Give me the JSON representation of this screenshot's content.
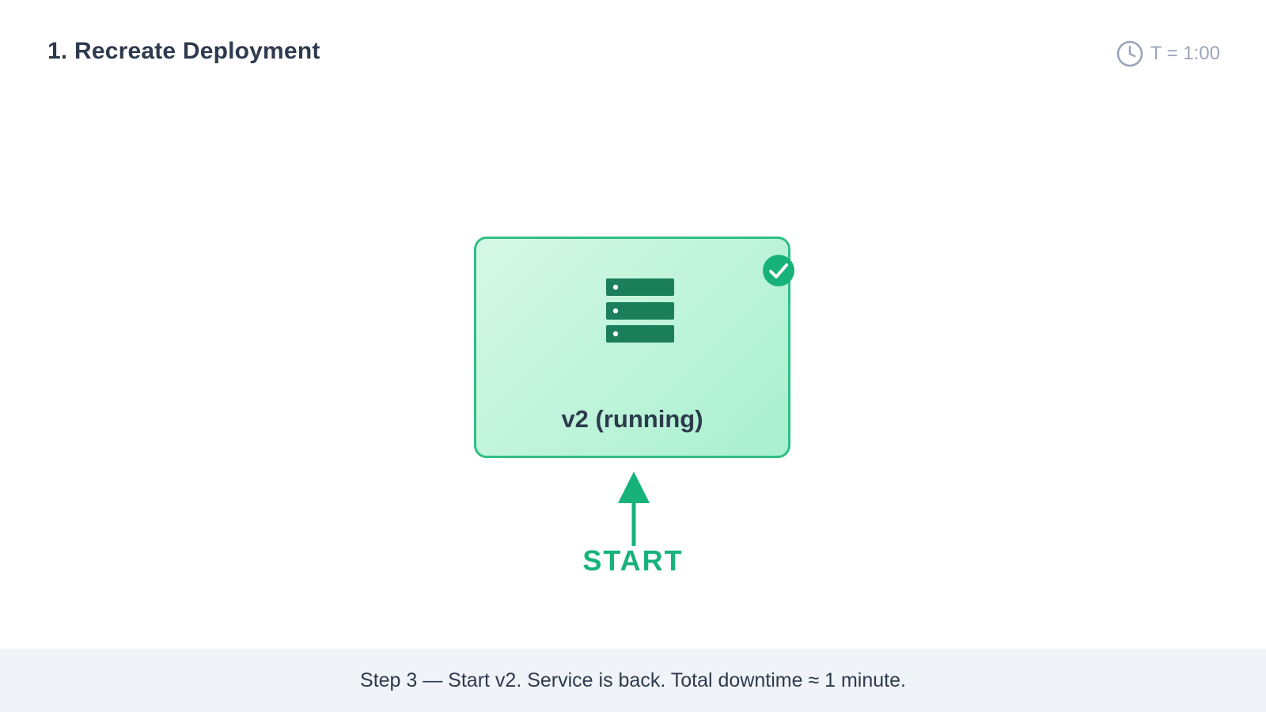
{
  "header": {
    "title": "1. Recreate Deployment",
    "timer_icon": "clock-icon",
    "timer_text": "T = 1:00"
  },
  "node": {
    "icon": "server-icon",
    "status_icon": "check-circle-icon",
    "label": "v2 (running)",
    "border_color": "#2fbf83",
    "fill_color": "#bdf4da",
    "icon_color": "#1a7f5a"
  },
  "action": {
    "icon": "arrow-up-icon",
    "label": "START",
    "color": "#17b27a"
  },
  "footer": {
    "caption": "Step 3 — Start v2. Service is back. Total downtime ≈ 1 minute."
  }
}
